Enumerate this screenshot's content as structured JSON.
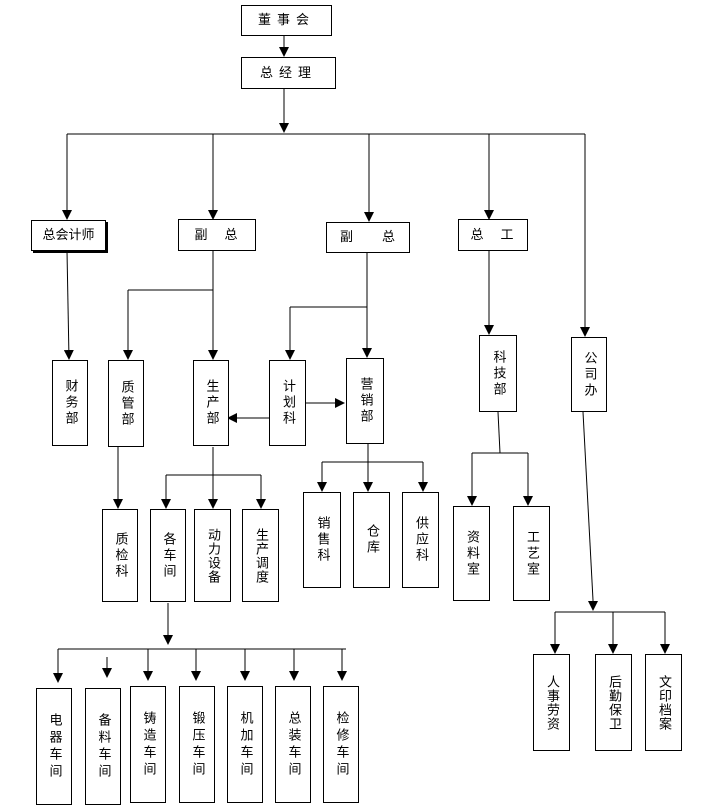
{
  "top": {
    "board": "董事会",
    "gm": "总经理"
  },
  "level2": {
    "chief_accountant": "总会计师",
    "vp_production": "副　总",
    "vp_sales": "副　　总",
    "chief_engineer": "总　工",
    "company_office": "公司办"
  },
  "departments": {
    "finance": "财务部",
    "quality": "质管部",
    "production": "生产部",
    "planning": "计划科",
    "marketing": "营销部",
    "technology": "科技部"
  },
  "sections": {
    "inspection": "质检科",
    "workshops": "各车间",
    "power_equipment": "动力设备",
    "scheduling": "生产调度",
    "sales": "销售科",
    "warehouse": "仓库",
    "supply": "供应科",
    "archives_room": "资料室",
    "process_room": "工艺室",
    "hr_wages": "人事劳资",
    "logistics_security": "后勤保卫",
    "document_printing": "文印档案"
  },
  "workshops": [
    "电器车间",
    "备料车间",
    "铸造车间",
    "锻压车间",
    "机加车间",
    "总装车间",
    "检修车间"
  ]
}
